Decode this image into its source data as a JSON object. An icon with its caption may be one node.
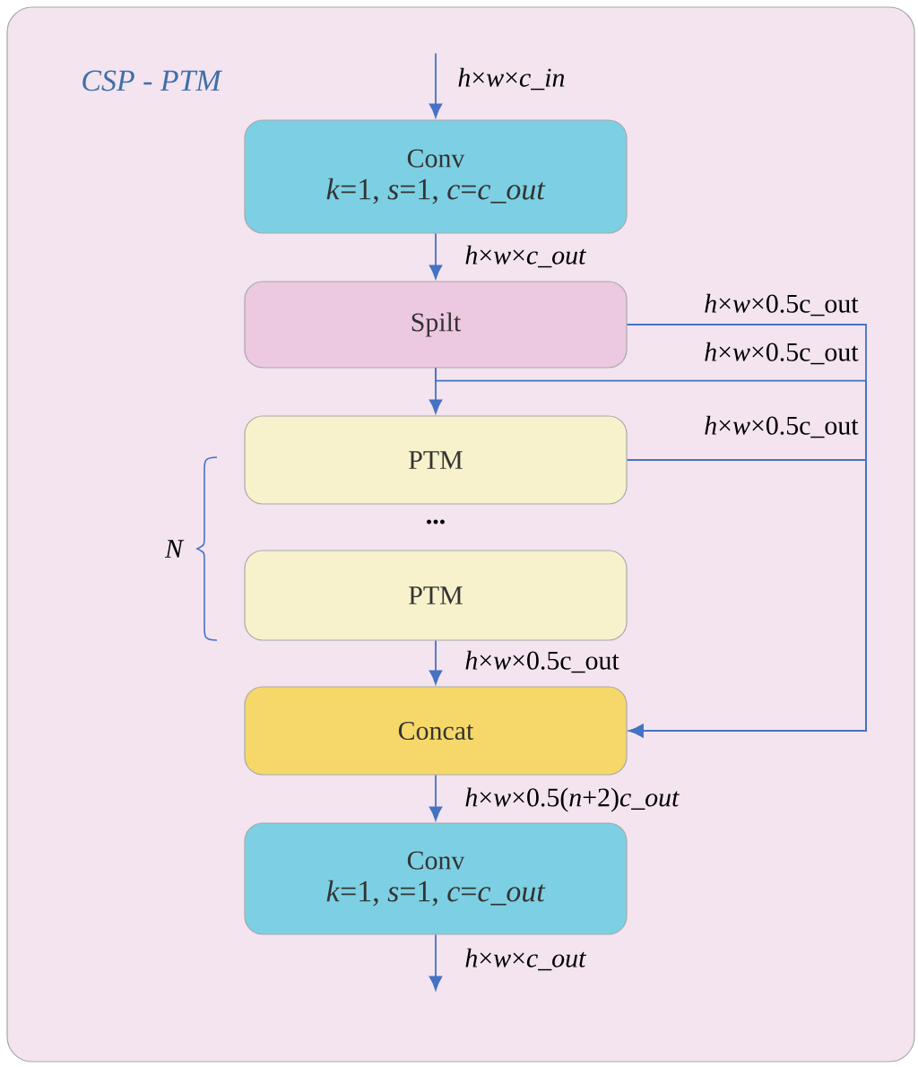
{
  "diagram": {
    "nodes": [
      {
        "text": [
          "CSP - PTM"
        ]
      },
      {
        "text": [
          "Conv",
          "*k*=1, *s*=1, *c*=*c_out*"
        ],
        "in": 0
      },
      {
        "text": [
          "Spilt"
        ],
        "in": 0
      },
      {
        "text": [
          "PTM"
        ],
        "in": 0
      },
      {
        "text": [
          "PTM"
        ],
        "in": 0
      },
      {
        "text": [
          "Concat"
        ],
        "in": 0
      },
      {
        "text": [
          "Conv",
          "*k*=1, *s*=1, *c*=*c_out*"
        ],
        "in": 0
      }
    ],
    "edges": [
      {
        "from": null,
        "to": 1,
        "arrow": "to",
        "label": "*h*×*w*×*c_in*"
      },
      {
        "from": 1,
        "to": 2,
        "arrow": "to",
        "label": "*h*×*w*×*c_out*"
      },
      {
        "from": 2,
        "to": 5,
        "arrow": "to",
        "label": "*h*×*w*×0.5c_out"
      },
      {
        "from": 2,
        "to": 3,
        "arrow": "to"
      },
      {
        "from": 2,
        "to": 5,
        "arrow": "to",
        "label": "*h*×*w*×0.5c_out"
      },
      {
        "from": 3,
        "to": 5,
        "arrow": "to",
        "label": "*h*×*w*×0.5c_out"
      },
      {
        "from": 4,
        "to": 5,
        "arrow": "to",
        "label": "*h*×*w*×0.5c_out"
      },
      {
        "from": 5,
        "to": 6,
        "arrow": "to",
        "label": "*h*×*w*×0.5(*n*+2)*c_out*"
      },
      {
        "from": 6,
        "to": null,
        "arrow": "to",
        "label": "*h*×*w*×*c_out*"
      }
    ],
    "labels": [
      "...",
      "N"
    ]
  }
}
